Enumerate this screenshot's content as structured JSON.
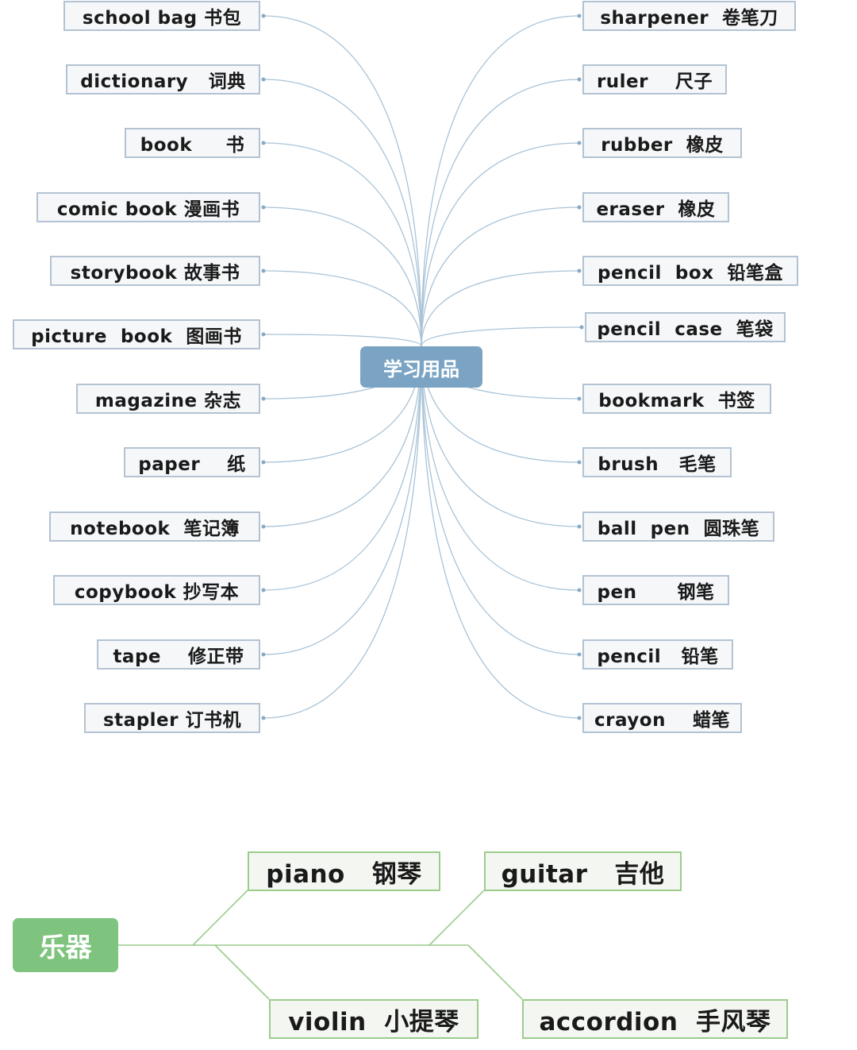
{
  "diagram_top": {
    "root": "学习用品",
    "left": [
      "school bag 书包",
      "dictionary   词典",
      "book     书",
      "comic book 漫画书",
      "storybook 故事书",
      "picture  book  图画书",
      "magazine 杂志",
      "paper    纸",
      "notebook  笔记簿",
      "copybook 抄写本",
      "tape    修正带",
      "stapler 订书机"
    ],
    "right": [
      "sharpener  卷笔刀",
      "ruler    尺子",
      "rubber  橡皮",
      "eraser  橡皮",
      "pencil  box  铅笔盒",
      "pencil  case  笔袋",
      "bookmark  书签",
      "brush   毛笔",
      "ball  pen  圆珠笔",
      "pen      钢笔",
      "pencil   铅笔",
      "crayon    蜡笔"
    ]
  },
  "diagram_bottom": {
    "root": "乐器",
    "items": [
      "piano   钢琴",
      "guitar   吉他",
      "violin  小提琴",
      "accordion  手风琴"
    ]
  },
  "colors": {
    "blue_root": "#7ba4c4",
    "blue_line": "#a9c3d7",
    "green_root": "#7ec47e",
    "green_line": "#9ccc8c"
  }
}
